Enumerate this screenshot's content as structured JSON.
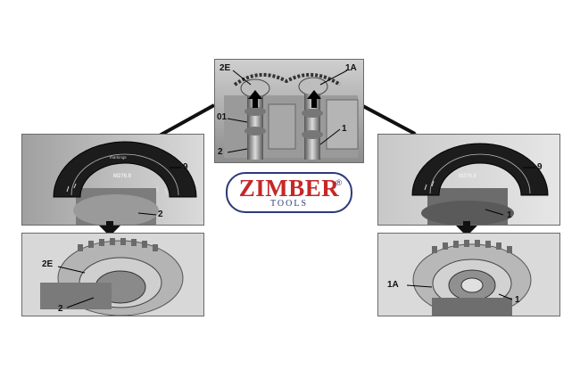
{
  "callouts": {
    "top": {
      "c2E": "2E",
      "c1A": "1A",
      "c01": "01",
      "c1": "1",
      "c2": "2"
    },
    "left_upper": {
      "c9": "9",
      "c2": "2",
      "tool_text": "M276.9"
    },
    "left_lower": {
      "c2E": "2E",
      "c2": "2"
    },
    "right_upper": {
      "c9": "9",
      "c1": "1",
      "tool_text": "M276.9"
    },
    "right_lower": {
      "c1A": "1A",
      "c1": "1"
    }
  },
  "logo": {
    "word": "ZIMBER",
    "reg": "®",
    "tools": "TOOLS"
  },
  "colors": {
    "logo_red": "#c62828",
    "logo_blue": "#2f3a7a",
    "connector": "#111111"
  }
}
